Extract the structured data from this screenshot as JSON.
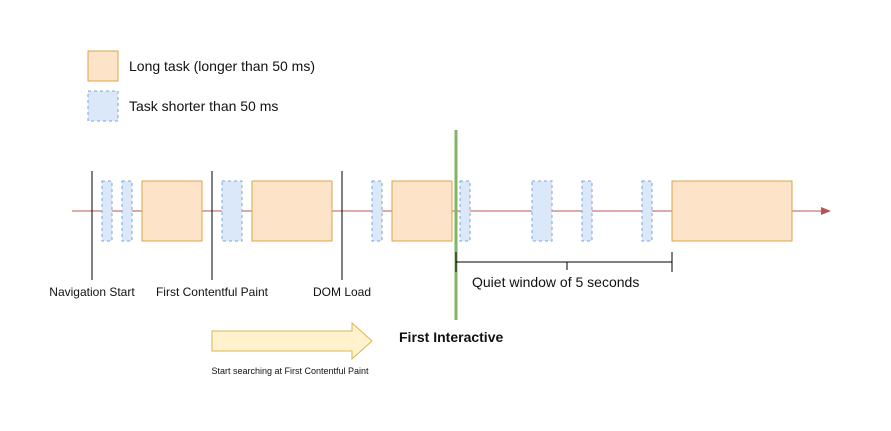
{
  "legend": {
    "long_task": "Long task (longer than 50 ms)",
    "short_task": "Task shorter than 50 ms"
  },
  "markers": {
    "navigation_start": "Navigation Start",
    "first_contentful_paint": "First Contentful Paint",
    "dom_load": "DOM Load"
  },
  "quiet_window": "Quiet window of 5 seconds",
  "first_interactive": "First Interactive",
  "search_hint": "Start searching at First Contentful Paint",
  "colors": {
    "long_fill": "#fde3c7",
    "long_stroke": "#d9a44a",
    "short_fill": "#dbe8fa",
    "short_stroke": "#7ea6d8",
    "timeline": "#b85450",
    "first_interactive_line": "#82b366",
    "arrow_fill": "#fff2cc",
    "arrow_stroke": "#d6b656"
  }
}
